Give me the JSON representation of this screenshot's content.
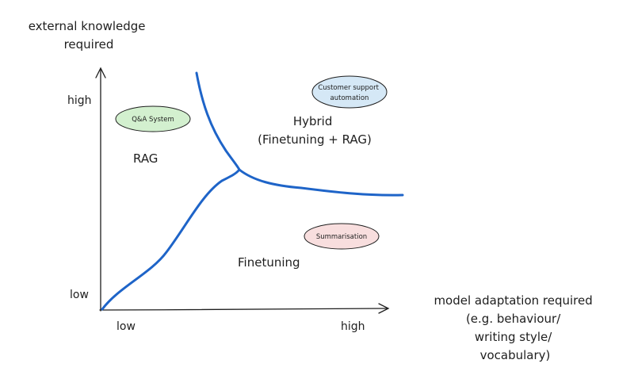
{
  "y_axis": {
    "title_lines": [
      "external knowledge",
      "required"
    ],
    "tick_high": "high",
    "tick_low": "low"
  },
  "x_axis": {
    "title_lines": [
      "model adaptation required",
      "(e.g. behaviour/",
      "writing style/",
      "vocabulary)"
    ],
    "tick_low": "low",
    "tick_high": "high"
  },
  "regions": {
    "rag": "RAG",
    "hybrid_lines": [
      "Hybrid",
      "(Finetuning + RAG)"
    ],
    "finetuning": "Finetuning"
  },
  "examples": {
    "qa": {
      "label": "Q&A System",
      "color": "#d3f0cf"
    },
    "customer_lines": [
      "Customer support",
      "automation"
    ],
    "customer_color": "#d5e8f6",
    "summarisation": {
      "label": "Summarisation",
      "color": "#f8dede"
    }
  },
  "colors": {
    "boundary": "#1e64c8",
    "axis": "#1e1e1e"
  }
}
